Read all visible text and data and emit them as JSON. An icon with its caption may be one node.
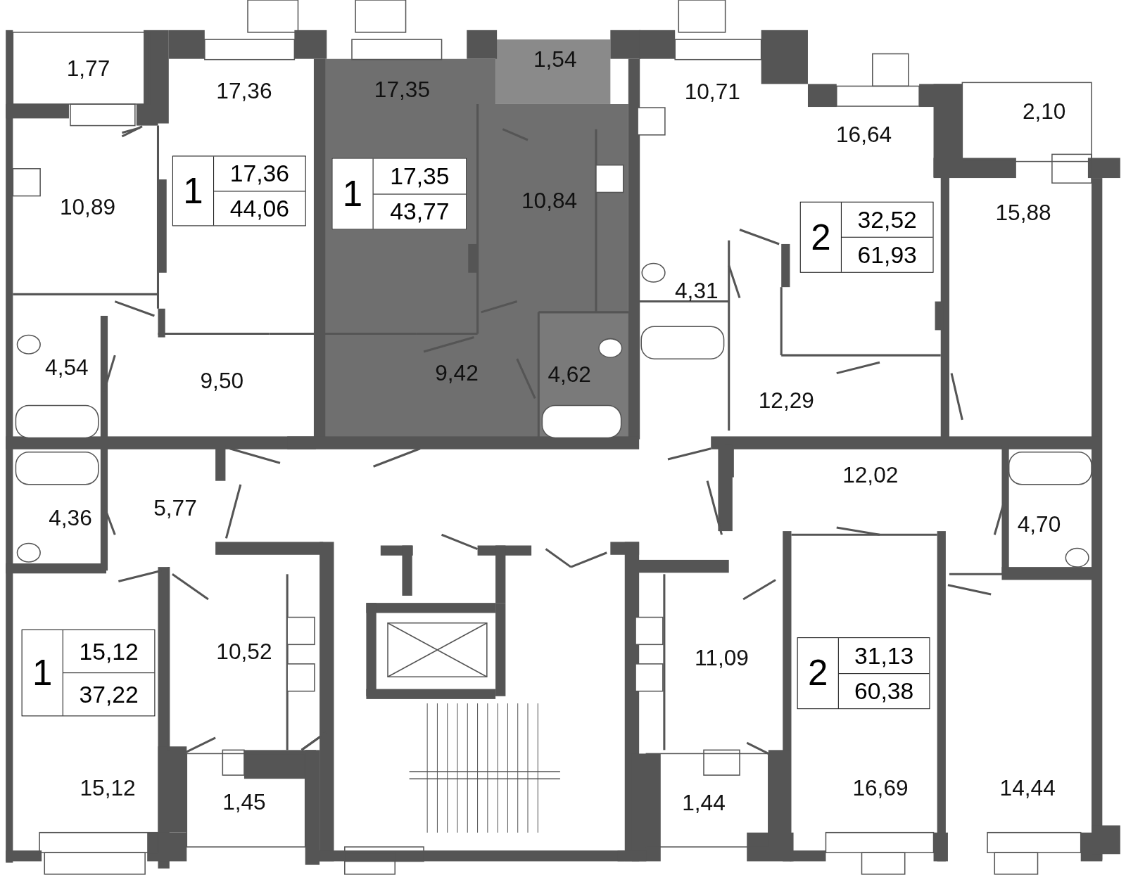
{
  "diagram": {
    "nodes": [
      {
        "text": [
          "1",
          "17,36",
          "44,06"
        ]
      },
      {
        "text": [
          "1",
          "17,35",
          "43,77"
        ]
      },
      {
        "text": [
          "2",
          "32,52",
          "61,93"
        ]
      },
      {
        "text": [
          "1",
          "15,12",
          "37,22"
        ]
      },
      {
        "text": [
          "2",
          "31,13",
          "60,38"
        ]
      }
    ],
    "labels": [
      "1,77",
      "17,36",
      "17,35",
      "1,54",
      "10,71",
      "2,10",
      "16,64",
      "10,89",
      "10,84",
      "15,88",
      "4,31",
      "4,54",
      "9,50",
      "9,42",
      "4,62",
      "12,29",
      "12,02",
      "5,77",
      "4,36",
      "4,70",
      "10,52",
      "11,09",
      "15,12",
      "1,45",
      "1,44",
      "16,69",
      "14,44"
    ]
  }
}
